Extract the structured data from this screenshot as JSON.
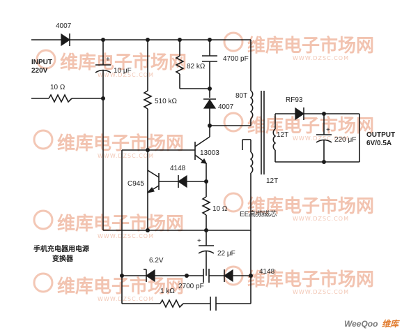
{
  "labels": {
    "diode_in": "4007",
    "input": "INPUT",
    "input_v": "220V",
    "cap_in": "10 μF",
    "res_in": "10 Ω",
    "res_82k": "82 kΩ",
    "cap_4700": "4700 pF",
    "diode_4007": "4007",
    "res_510k": "510 kΩ",
    "turns_80": "80T",
    "transistor": "13003",
    "diode_4148": "4148",
    "transistor_small": "C945",
    "res_10": "10 Ω",
    "turns_12_fb": "12T",
    "transformer": "EE高频磁芯",
    "diode_rf93": "RF93",
    "turns_12_out": "12T",
    "cap_220": "220 μF",
    "output": "OUTPUT",
    "output_spec": "6V/0.5A",
    "cap_22": "22 μF",
    "zener": "6.2V",
    "cap_2700": "2700 pF",
    "diode_4148b": "4148",
    "res_1k": "1 kΩ",
    "title_line1": "手机充电器用电源",
    "title_line2": "变换器"
  },
  "watermark": {
    "brand": "维库电子市场网",
    "url": "WWW.DZSC.COM"
  },
  "footer": {
    "brand_latin": "WeeQoo",
    "brand_cn": "维库"
  },
  "colors": {
    "watermark": "#f0b9a3",
    "ink": "#1a1a1a",
    "footer_orange": "#e07a2c",
    "footer_gray": "#7a7a7a"
  }
}
